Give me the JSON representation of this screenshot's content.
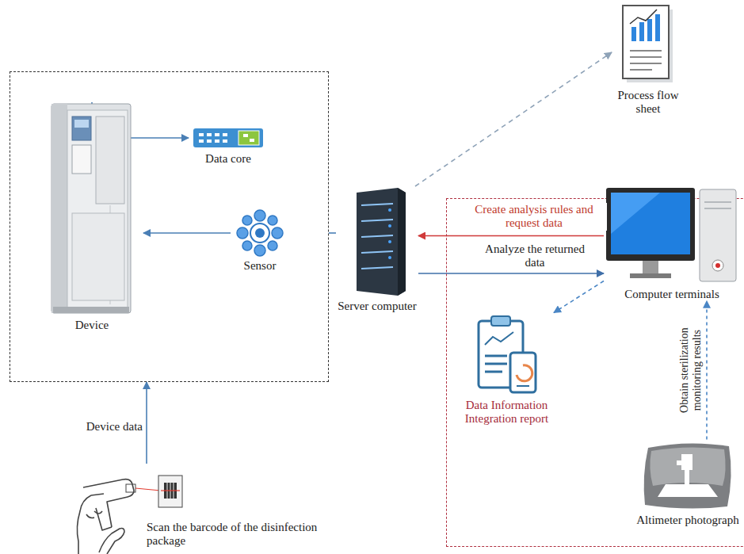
{
  "diagram": {
    "nodes": [
      {
        "text": []
      },
      {
        "text": [
          "Data core"
        ],
        "in": 0
      },
      {
        "text": [
          "Device"
        ],
        "in": 0
      },
      {
        "text": [
          "Sensor"
        ],
        "in": 0
      },
      {
        "text": [
          "Scan the barcode of the disinfection package"
        ]
      },
      {
        "text": [
          "Server computer"
        ]
      },
      {
        "text": [
          "Process flow sheet"
        ]
      },
      {
        "text": []
      },
      {
        "text": [
          "Computer terminals"
        ],
        "in": 7
      },
      {
        "text": [
          "Data Information Integration report"
        ],
        "in": 7
      },
      {
        "text": [
          "Altimeter photograph"
        ],
        "in": 7
      }
    ],
    "edges": [
      {
        "from": 2,
        "to": 1,
        "arrow": "to"
      },
      {
        "from": 3,
        "to": 2,
        "arrow": "to"
      },
      {
        "from": 4,
        "to": 0,
        "label": "Device data",
        "arrow": "to"
      },
      {
        "from": 0,
        "to": 5,
        "arrow": "none"
      },
      {
        "from": 5,
        "to": 6,
        "arrow": "to"
      },
      {
        "from": 8,
        "to": 5,
        "label": "Create analysis rules and request data",
        "arrow": "to"
      },
      {
        "from": 5,
        "to": 8,
        "label": "Analyze the returned data",
        "arrow": "to"
      },
      {
        "from": 8,
        "to": 9,
        "arrow": "to"
      },
      {
        "from": 10,
        "to": 8,
        "label": "Obtain sterilization monitoring results",
        "arrow": "to"
      }
    ]
  }
}
